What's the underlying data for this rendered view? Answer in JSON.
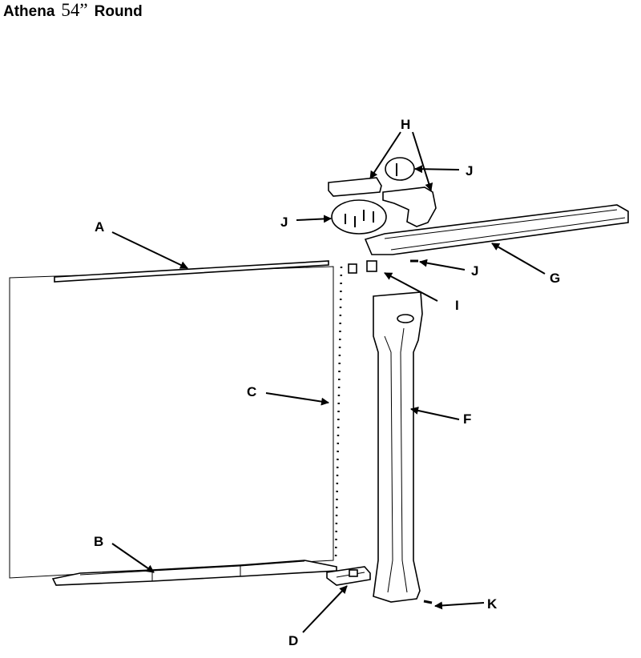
{
  "title": {
    "name": "Athena",
    "size": "54”",
    "word": "Round"
  },
  "labels": {
    "A": "A",
    "B": "B",
    "C": "C",
    "D": "D",
    "F": "F",
    "G": "G",
    "H": "H",
    "I": "I",
    "J1": "J",
    "J2": "J",
    "J3": "J",
    "K": "K"
  }
}
